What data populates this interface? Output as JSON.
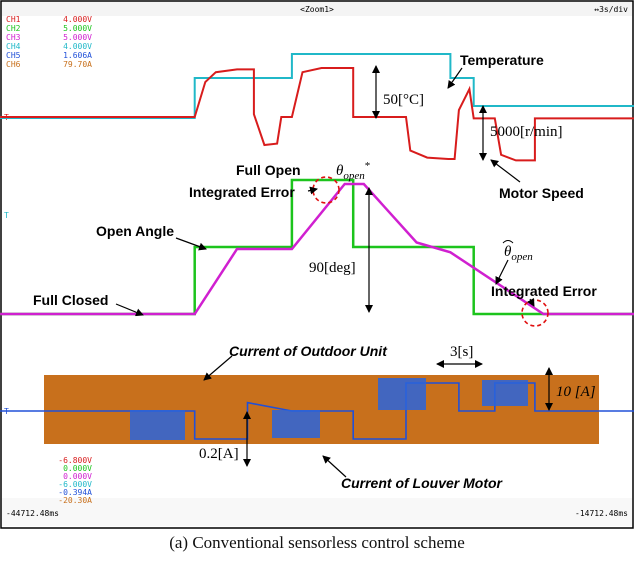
{
  "scope": {
    "title": "<Zoom1>",
    "timebase": "↔3s/div",
    "time_left": "-44712.48ms",
    "time_right": "-14712.48ms",
    "channel_markers": [
      "T",
      "T",
      "T"
    ]
  },
  "channels_top": [
    {
      "name": "CH1",
      "value": "4.000V",
      "color": "#d81c1c"
    },
    {
      "name": "CH2",
      "value": "5.000V",
      "color": "#1cc41c"
    },
    {
      "name": "CH3",
      "value": "5.000V",
      "color": "#d020d0"
    },
    {
      "name": "CH4",
      "value": "4.000V",
      "color": "#20b8c8"
    },
    {
      "name": "CH5",
      "value": "1.606A",
      "color": "#2050d8"
    },
    {
      "name": "CH6",
      "value": "79.70A",
      "color": "#c8701c"
    }
  ],
  "channels_bottom": [
    {
      "value": "-6.800V",
      "color": "#d81c1c"
    },
    {
      "value": "0.000V",
      "color": "#1cc41c"
    },
    {
      "value": "0.000V",
      "color": "#d020d0"
    },
    {
      "value": "-6.000V",
      "color": "#20b8c8"
    },
    {
      "value": "-0.394A",
      "color": "#2050d8"
    },
    {
      "value": "-20.30A",
      "color": "#c8701c"
    }
  ],
  "annotations": {
    "temperature": "Temperature",
    "temp_scale": "50[°C]",
    "speed_scale": "5000[r/min]",
    "motor_speed": "Motor Speed",
    "full_open": "Full Open",
    "integrated_error_1": "Integrated Error",
    "theta_open_star": "θ",
    "theta_open_star_sub": "open",
    "theta_open_star_sup": "*",
    "open_angle": "Open Angle",
    "angle_scale": "90[deg]",
    "theta_open_hat": "θ",
    "theta_open_hat_sub": "open",
    "full_closed": "Full Closed",
    "integrated_error_2": "Integrated Error",
    "current_outdoor": "Current of Outdoor Unit",
    "time_scale": "3[s]",
    "current_scale": "10 [A]",
    "louver_scale": "0.2[A]",
    "current_louver": "Current of Louver Motor"
  },
  "caption": "(a)  Conventional  sensorless  control  scheme",
  "chart_data": {
    "type": "line",
    "x_unit": "s",
    "x_range": [
      -44.71248,
      -14.71248
    ],
    "series": [
      {
        "name": "Temperature",
        "color": "#20b8c8",
        "points": [
          [
            -44.71,
            0
          ],
          [
            -35.5,
            0
          ],
          [
            -35.5,
            1
          ],
          [
            -30.9,
            1
          ],
          [
            -30.9,
            1.6
          ],
          [
            -23.4,
            1.6
          ],
          [
            -23.4,
            1
          ],
          [
            -22.3,
            1
          ],
          [
            -22.3,
            0.3
          ],
          [
            -14.71,
            0.3
          ]
        ]
      },
      {
        "name": "Motor Speed",
        "color": "#d81c1c",
        "points": [
          [
            -44.71,
            0
          ],
          [
            -35.5,
            0
          ],
          [
            -35.0,
            2.5
          ],
          [
            -34.5,
            3.2
          ],
          [
            -33.5,
            3.4
          ],
          [
            -32.7,
            3.4
          ],
          [
            -32.7,
            0.2
          ],
          [
            -32.2,
            -2.0
          ],
          [
            -31.6,
            -1.9
          ],
          [
            -31.4,
            0
          ],
          [
            -30.9,
            0
          ],
          [
            -30.4,
            3.2
          ],
          [
            -29.5,
            3.5
          ],
          [
            -28.0,
            3.5
          ],
          [
            -28.0,
            0
          ],
          [
            -25.5,
            0
          ],
          [
            -25.3,
            -2.4
          ],
          [
            -24.5,
            -2.9
          ],
          [
            -23.5,
            -3.0
          ],
          [
            -23.2,
            -3.0
          ],
          [
            -23.0,
            0.5
          ],
          [
            -22.5,
            2.0
          ],
          [
            -22.3,
            -0.1
          ],
          [
            -21.3,
            -0.1
          ],
          [
            -21.0,
            -2.7
          ],
          [
            -20.3,
            -3.1
          ],
          [
            -19.4,
            -3.1
          ],
          [
            -19.4,
            -0.1
          ],
          [
            -14.71,
            -0.1
          ]
        ]
      },
      {
        "name": "Open Angle (command)",
        "color": "#1cc41c",
        "points": [
          [
            -44.71,
            0
          ],
          [
            -35.5,
            0
          ],
          [
            -35.5,
            1
          ],
          [
            -30.9,
            1
          ],
          [
            -30.9,
            2
          ],
          [
            -28.0,
            2
          ],
          [
            -28.0,
            1
          ],
          [
            -22.3,
            1
          ],
          [
            -22.3,
            0
          ],
          [
            -14.71,
            0
          ]
        ]
      },
      {
        "name": "Open Angle (estimated)",
        "color": "#d020d0",
        "points": [
          [
            -44.71,
            0
          ],
          [
            -35.5,
            0
          ],
          [
            -33.5,
            1
          ],
          [
            -30.9,
            1
          ],
          [
            -28.4,
            2
          ],
          [
            -27.5,
            2
          ],
          [
            -25.0,
            1.1
          ],
          [
            -23.4,
            0.95
          ],
          [
            -19.0,
            0
          ],
          [
            -14.71,
            0
          ]
        ]
      },
      {
        "name": "Current of Louver Motor",
        "color": "#2050d8",
        "points": [
          [
            -44.71,
            0
          ],
          [
            -35.5,
            0
          ],
          [
            -35.5,
            -1
          ],
          [
            -33.0,
            -1
          ],
          [
            -33.0,
            0.3
          ],
          [
            -30.9,
            0
          ],
          [
            -28.0,
            0
          ],
          [
            -28.0,
            -1
          ],
          [
            -25.5,
            -1
          ],
          [
            -25.5,
            1
          ],
          [
            -23.0,
            1
          ],
          [
            -23.0,
            0
          ],
          [
            -21.3,
            0
          ],
          [
            -21.3,
            1
          ],
          [
            -19.4,
            1
          ],
          [
            -19.4,
            0
          ],
          [
            -14.71,
            0
          ]
        ]
      },
      {
        "name": "Current of Outdoor Unit",
        "color": "#c8701c",
        "points": [
          [
            -43.6,
            10
          ],
          [
            -15.0,
            10
          ]
        ]
      }
    ]
  }
}
